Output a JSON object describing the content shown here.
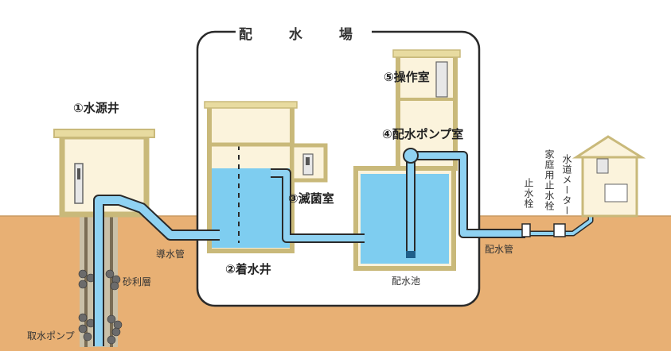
{
  "title": "配 水 場",
  "labels": {
    "water_source_well": "①水源井",
    "receiving_well": "②着水井",
    "sterilization_room": "③滅菌室",
    "distribution_pump_room": "④配水ポンプ室",
    "operation_room": "⑤操作室",
    "conduit_pipe": "導水管",
    "gravel_layer": "砂利層",
    "intake_pump": "取水ポンプ",
    "distribution_reservoir": "配水池",
    "distribution_pipe": "配水管",
    "stop_valve": "止水栓",
    "household_stop_valve": "家庭用止水栓",
    "water_meter": "水道メーター"
  },
  "colors": {
    "ground": "#e8b074",
    "building_fill": "#fbf3dc",
    "building_edge": "#c9b97a",
    "water": "#7ecdf0",
    "pipe": "#8fd2f2",
    "outline": "#2a2a2a"
  }
}
